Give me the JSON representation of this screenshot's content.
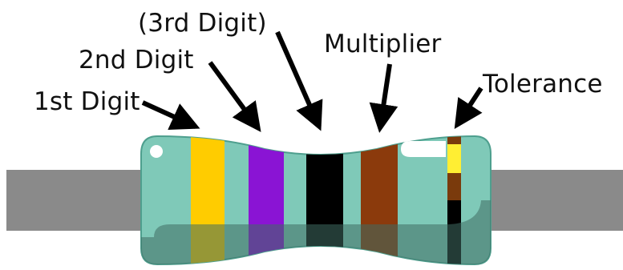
{
  "labels": {
    "first_digit": "1st Digit",
    "second_digit": "2nd Digit",
    "third_digit": "(3rd Digit)",
    "multiplier": "Multiplier",
    "tolerance": "Tolerance"
  },
  "colors": {
    "lead": "#8a8a8a",
    "body": "#7fc9b8",
    "body_outline": "#4e9f8e",
    "shadow": "#3f6b62",
    "highlight": "#ffffff",
    "first_band": "#ffcc00",
    "second_band": "#8a14d4",
    "third_band": "#000000",
    "multiplier_band": "#8b3a0c",
    "tolerance_band_top": "#7a3a0c",
    "tolerance_band_yellow": "#ffee33",
    "tolerance_band_bottom": "#000000",
    "arrow": "#000000"
  }
}
